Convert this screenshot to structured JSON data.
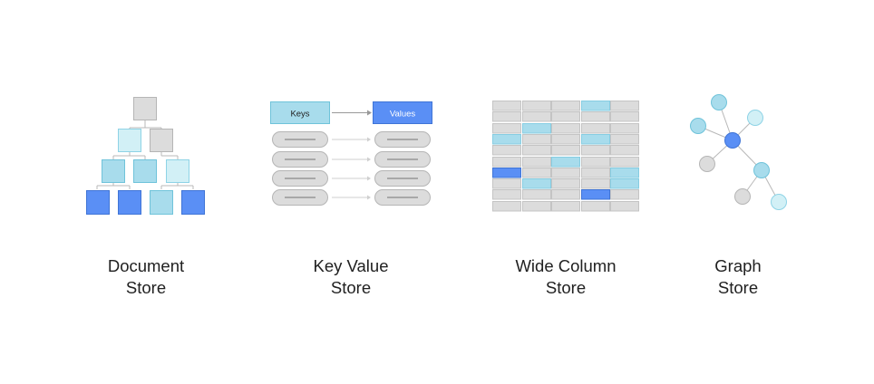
{
  "palette": {
    "grey": "#dcdcdc",
    "grey_stroke": "#b5b5b5",
    "light_blue": "#d2f0f6",
    "medium_blue": "#a8dcec",
    "medium_blue_stroke": "#6fc3da",
    "dark_blue": "#5a8ff5",
    "dark_blue_stroke": "#3f74d6",
    "line": "#b8b8b8",
    "text": "#212121"
  },
  "document_store": {
    "caption_line1": "Document",
    "caption_line2": "Store"
  },
  "key_value_store": {
    "keys_label": "Keys",
    "values_label": "Values",
    "caption_line1": "Key Value",
    "caption_line2": "Store"
  },
  "wide_column_store": {
    "caption_line1": "Wide Column",
    "caption_line2": "Store"
  },
  "graph_store": {
    "caption_line1": "Graph",
    "caption_line2": "Store"
  }
}
